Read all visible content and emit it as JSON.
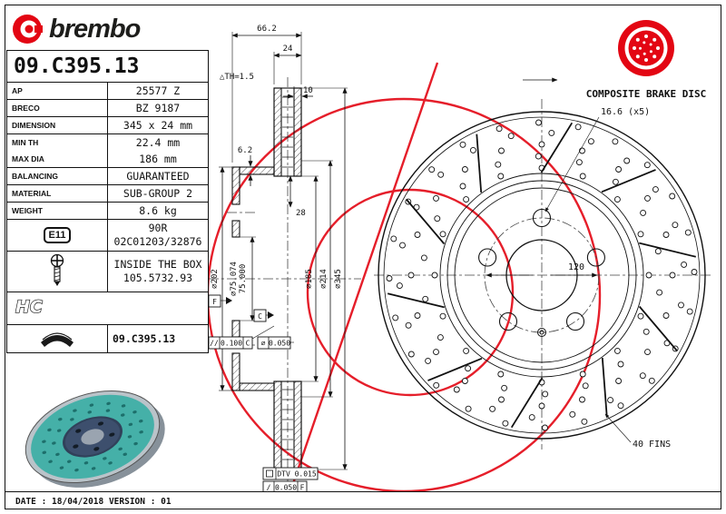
{
  "brand": {
    "logo_text": "brembo"
  },
  "header": {
    "part_number": "09.C395.13",
    "product_type": "COMPOSITE BRAKE DISC"
  },
  "specs": {
    "rows": [
      {
        "label": "AP",
        "value": "25577 Z"
      },
      {
        "label": "BRECO",
        "value": "BZ 9187"
      },
      {
        "label": "DIMENSION",
        "value": "345 x 24 mm"
      },
      {
        "label": "MIN TH",
        "value": "22.4 mm"
      },
      {
        "label": "MAX DIA",
        "value": "186 mm"
      },
      {
        "label": "BALANCING",
        "value": "GUARANTEED"
      },
      {
        "label": "MATERIAL",
        "value": "SUB-GROUP 2"
      },
      {
        "label": "WEIGHT",
        "value": "8.6 kg"
      }
    ],
    "homologation": {
      "badge": "E11",
      "line1": "90R",
      "line2": "02C01203/32876"
    },
    "inside_box": {
      "line1": "INSIDE THE BOX",
      "line2": "105.5732.93"
    },
    "hc_label": "HC",
    "pad_part_number": "09.C395.13"
  },
  "drawing": {
    "total_width": "66.2",
    "thickness": "24",
    "th_min": "△TH=1.5",
    "dim_10": "10",
    "dim_6_2": "6.2",
    "dim_28": "28",
    "dia_202": "⌀202",
    "dia_75_max": "⌀75.074",
    "dia_75_min": "75.000",
    "dia_185": "⌀185",
    "dia_214": "⌀214",
    "dia_345": "⌀345",
    "parallelism_symbol": "//",
    "parallelism_value": "0.100",
    "parallelism_datum": "C",
    "position_symbol": "⌀",
    "position_value": "0.050",
    "datum_c": "C",
    "datum_f": "F",
    "bolt_holes": "16.6 (x5)",
    "bolt_circle": "120",
    "fins": "40 FINS",
    "dtv": "DTV 0.015",
    "runout_symbol": "/",
    "runout_value": "0.050",
    "runout_datum": "F"
  },
  "colors": {
    "brembo_red": "#e30613"
  },
  "footer": {
    "text": "DATE : 18/04/2018 VERSION : 01"
  }
}
